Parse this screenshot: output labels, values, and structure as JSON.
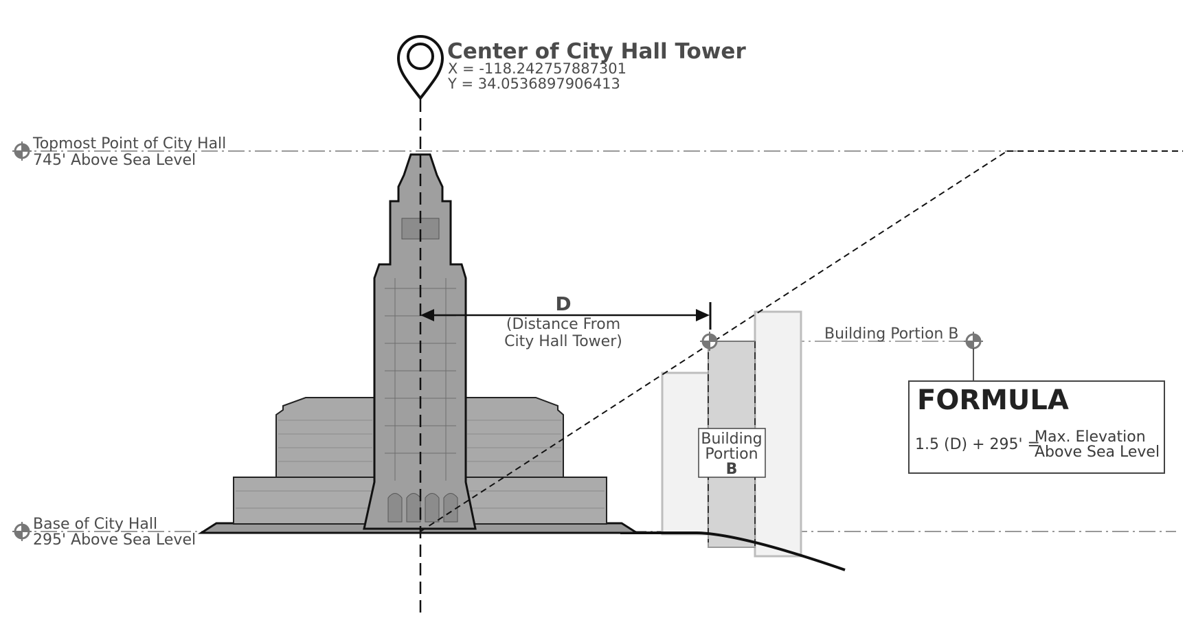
{
  "marker": {
    "title": "Center of City Hall Tower",
    "x_coord": "X = -118.242757887301",
    "y_coord": "Y = 34.0536897906413",
    "icon": "map-pin-icon"
  },
  "levels": {
    "top": {
      "title": "Topmost Point of City Hall",
      "subtitle": "745' Above Sea Level"
    },
    "base": {
      "title": "Base of City Hall",
      "subtitle": "295' Above Sea Level"
    }
  },
  "distance": {
    "letter": "D",
    "line1": "(Distance From",
    "line2": "City Hall Tower)"
  },
  "building": {
    "label": "Building Portion B",
    "box_line1": "Building",
    "box_line2": "Portion",
    "box_line3": "B"
  },
  "formula": {
    "title": "FORMULA",
    "expression": "1.5 (D) + 295' =",
    "result_line1": "Max. Elevation",
    "result_line2": "Above Sea Level"
  },
  "colors": {
    "line": "#111111",
    "text": "#4b4b4b",
    "building_fill": "#a9a9a9",
    "building_dark": "#8c8c8c",
    "portion_light": "#efefef",
    "portion_mid": "#d4d4d4"
  }
}
